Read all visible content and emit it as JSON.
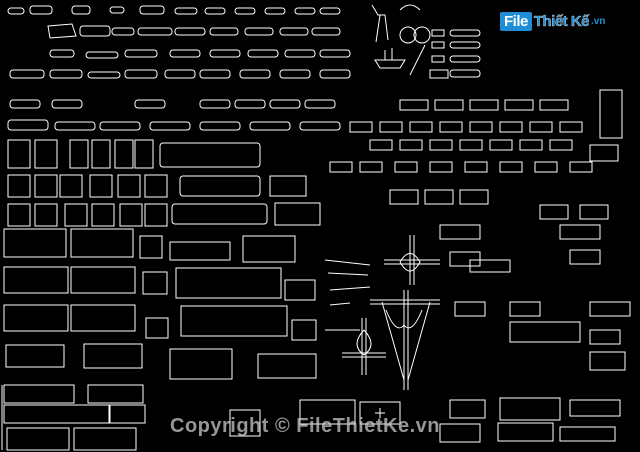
{
  "drawing": {
    "background": "#000000",
    "line_color": "#ffffff",
    "description": "CAD block library of vehicles: cars, buses, trucks, trailers, construction machinery, road interchanges, boats, horse carriage"
  },
  "watermark": {
    "logo_box": "File",
    "logo_text": "Thiết Kế",
    "logo_domain": ".vn",
    "brand_color": "#1e8fd6",
    "copyright": "Copyright © FileThietKe.vn"
  }
}
